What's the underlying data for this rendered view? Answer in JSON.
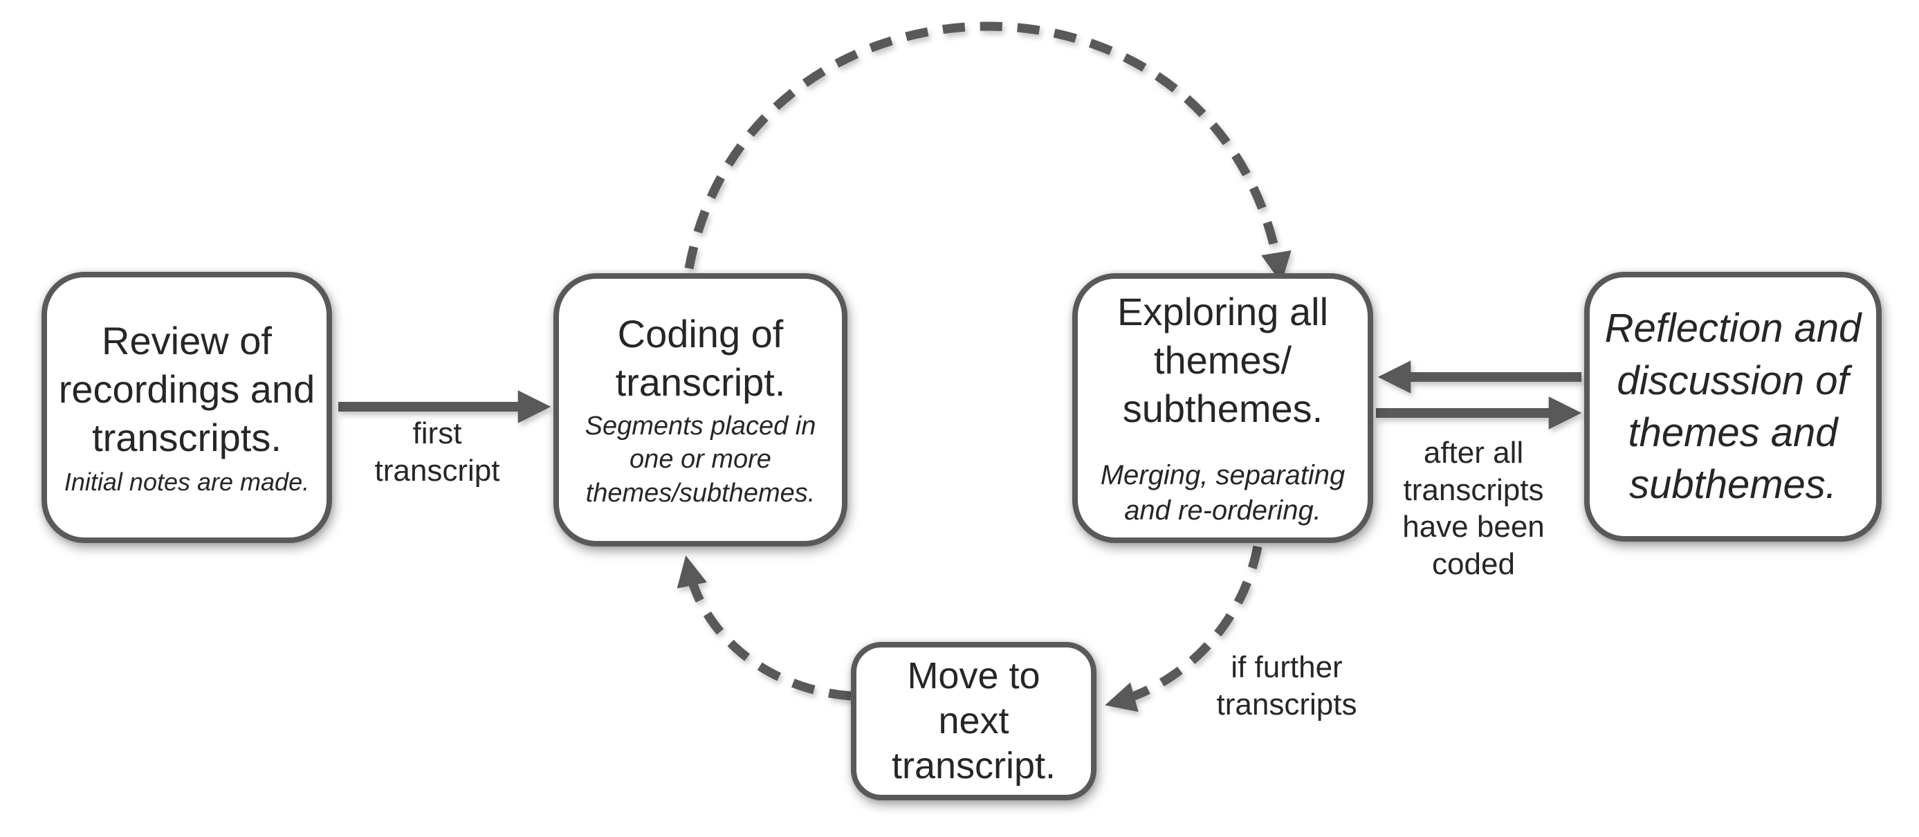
{
  "colors": {
    "line": "#595959",
    "box_border": "#595959",
    "box_fill": "#ffffff",
    "text": "#262626",
    "page_bg": "#ffffff"
  },
  "boxes": [
    {
      "name": "review",
      "title": "Review of\nrecordings and\ntranscripts.",
      "subtitle": "Initial notes are made."
    },
    {
      "name": "coding",
      "title": "Coding of\ntranscript.",
      "subtitle": "Segments placed in\none or more\nthemes/subthemes."
    },
    {
      "name": "exploring",
      "title": "Exploring all\nthemes/\nsubthemes.",
      "subtitle": "Merging, separating\nand re-ordering."
    },
    {
      "name": "reflection",
      "title": "Reflection and\ndiscussion of\nthemes and\nsubthemes."
    },
    {
      "name": "move-next",
      "title": "Move to\nnext\ntranscript."
    }
  ],
  "arrow_labels": {
    "first_transcript": "first\ntranscript",
    "after_all_coded": "after all\ntranscripts\nhave been\ncoded",
    "if_further_transcripts": "if further\ntranscripts"
  },
  "arrows": [
    {
      "from": "review",
      "to": "coding",
      "style": "solid"
    },
    {
      "from": "coding",
      "to": "exploring",
      "style": "dashed-arc"
    },
    {
      "from": "reflection",
      "to": "exploring",
      "style": "solid"
    },
    {
      "from": "exploring",
      "to": "reflection",
      "style": "solid"
    },
    {
      "from": "exploring",
      "to": "move-next",
      "style": "dashed"
    },
    {
      "from": "move-next",
      "to": "coding",
      "style": "dashed"
    }
  ]
}
